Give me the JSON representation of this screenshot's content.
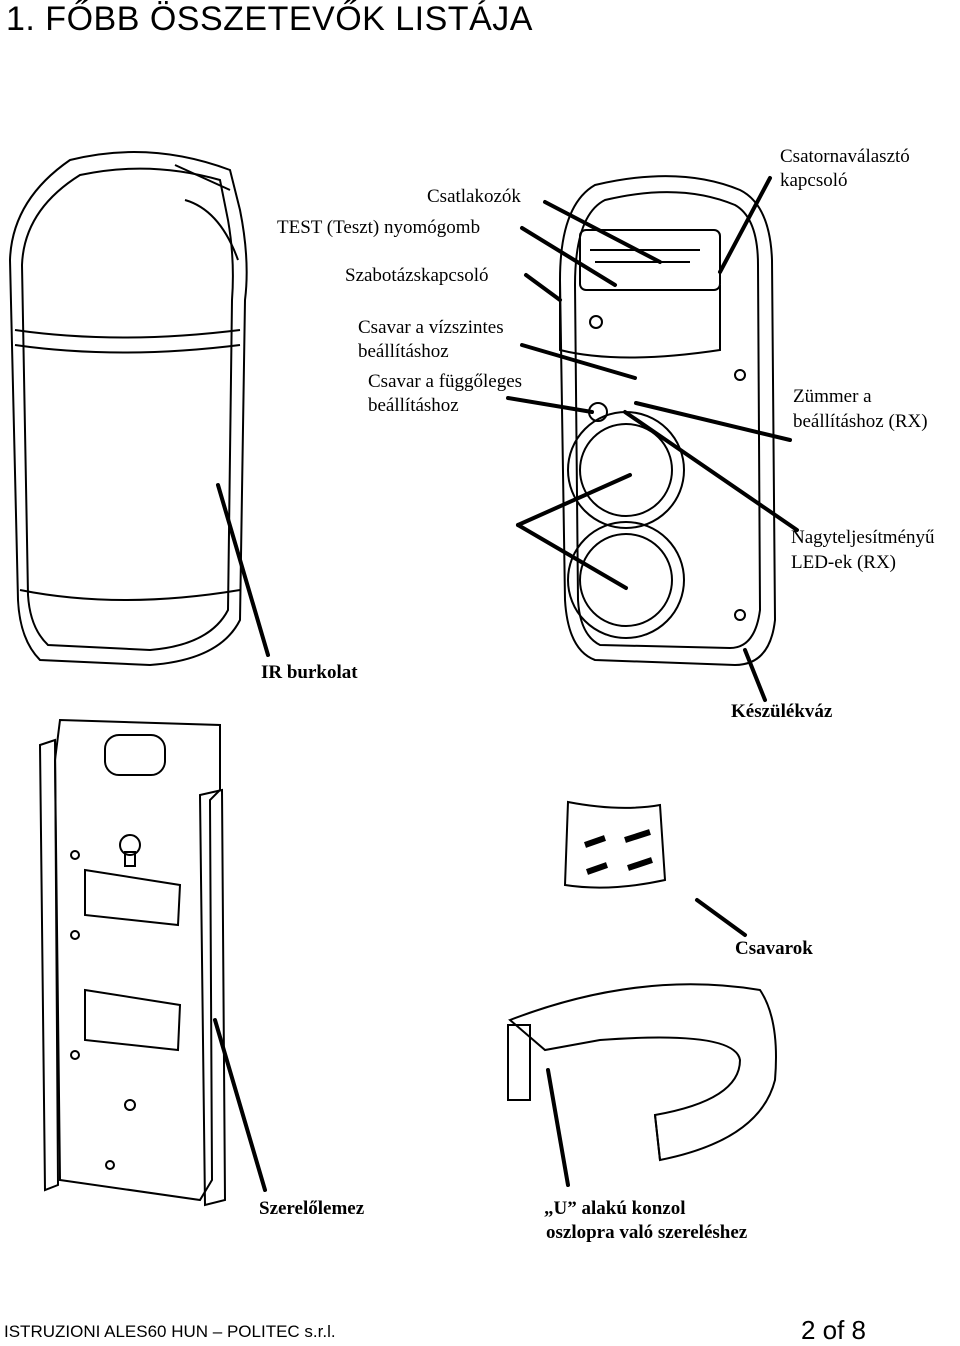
{
  "page": {
    "title": "1. FŐBB ÖSSZETEVŐK LISTÁJA"
  },
  "labels": {
    "csatlakozok": "Csatlakozók",
    "test_button": "TEST (Teszt) nyomógomb",
    "szabotazs": "Szabotázskapcsoló",
    "csatornavalaszto_1": "Csatornaválasztó",
    "csatornavalaszto_2": "kapcsoló",
    "vizszintes_1": "Csavar a vízszintes",
    "vizszintes_2": "beállításhoz",
    "fuggoleges_1": "Csavar a függőleges",
    "fuggoleges_2": "beállításhoz",
    "zummer_1": "Zümmer a",
    "zummer_2": "beállításhoz (RX)",
    "led_1": "Nagyteljesítményű",
    "led_2": "LED-ek (RX)",
    "ir_burkolat": "IR burkolat",
    "keszulekvaz": "Készülékváz",
    "csavarok": "Csavarok",
    "szerelolemez": "Szerelőlemez",
    "konzol_1": "„U” alakú konzol",
    "konzol_2": "oszlopra való szereléshez"
  },
  "footer": {
    "left": "ISTRUZIONI ALES60 HUN – POLITEC s.r.l.",
    "right": "2 of  8"
  }
}
